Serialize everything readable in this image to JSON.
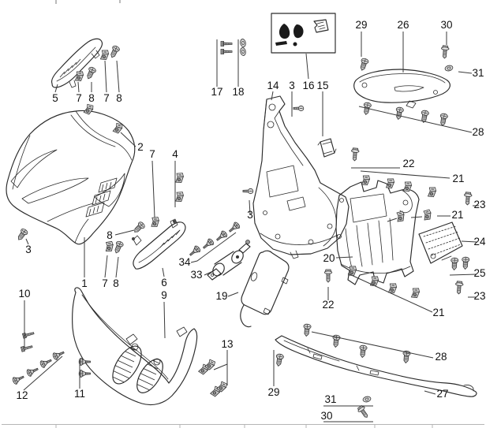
{
  "diagram": {
    "kind": "exploded-parts-diagram",
    "colors": {
      "background": "#ffffff",
      "line": "#2a2a2a",
      "fastener_fill": "#cccccc"
    }
  },
  "callout_numbers": {
    "n1": "1",
    "n2": "2",
    "n3": "3",
    "n4": "4",
    "n5": "5",
    "n6": "6",
    "n7": "7",
    "n8": "8",
    "n9": "9",
    "n10": "10",
    "n11": "11",
    "n12": "12",
    "n13": "13",
    "n14": "14",
    "n15": "15",
    "n16": "16",
    "n17": "17",
    "n18": "18",
    "n19": "19",
    "n20": "20",
    "n21": "21",
    "n22": "22",
    "n23": "23",
    "n24": "24",
    "n25": "25",
    "n26": "26",
    "n27": "27",
    "n28": "28",
    "n29": "29",
    "n30": "30",
    "n31": "31",
    "n33": "33",
    "n34": "34"
  }
}
